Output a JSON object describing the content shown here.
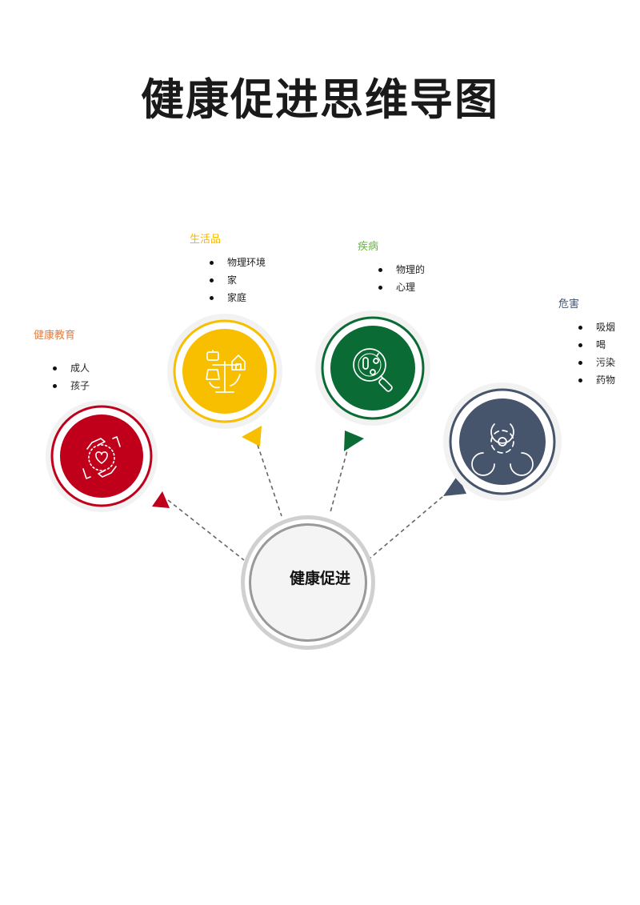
{
  "title": "健康促进思维导图",
  "center": {
    "label": "健康促进"
  },
  "branches": [
    {
      "label": "健康教育",
      "color": "#C0001A",
      "label_color": "#E87B3A",
      "icon": "hands-heart-icon",
      "items": [
        "成人",
        "孩子"
      ]
    },
    {
      "label": "生活品",
      "color": "#F7BF00",
      "label_color": "#F5B800",
      "icon": "scale-balance-icon",
      "items": [
        "物理环境",
        "家",
        "家庭"
      ]
    },
    {
      "label": "疾病",
      "color": "#0A6B35",
      "label_color": "#6BB04A",
      "icon": "magnifier-bacteria-icon",
      "items": [
        "物理的",
        "心理"
      ]
    },
    {
      "label": "危害",
      "color": "#46546C",
      "label_color": "#46546C",
      "icon": "biohazard-icon",
      "items": [
        "吸烟",
        "喝",
        "污染",
        "药物"
      ]
    }
  ]
}
